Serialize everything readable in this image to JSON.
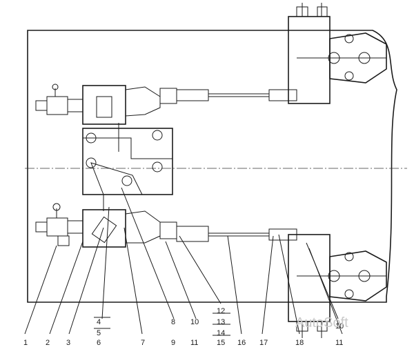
{
  "callouts": [
    "1",
    "2",
    "3",
    "4",
    "5",
    "6",
    "7",
    "8",
    "9",
    "10",
    "11",
    "12",
    "13",
    "14",
    "15",
    "16",
    "17",
    "18",
    "10",
    "11"
  ],
  "watermark": "AutoSoft"
}
